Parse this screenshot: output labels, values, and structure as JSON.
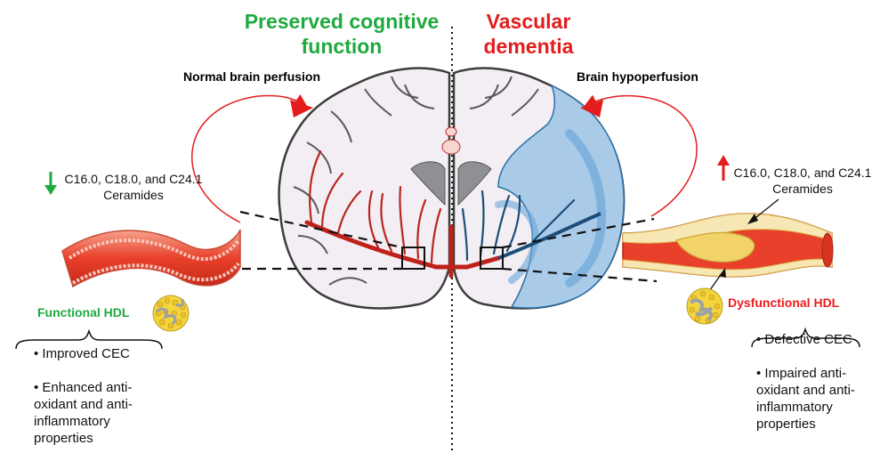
{
  "header": {
    "left_title_line1": "Preserved cognitive",
    "left_title_line2": "function",
    "right_title_line1": "Vascular",
    "right_title_line2": "dementia"
  },
  "perfusion": {
    "left": "Normal brain perfusion",
    "right": "Brain hypoperfusion"
  },
  "ceramides": {
    "left_line1": "C16.0, C18.0, and C24.1",
    "left_line2": "Ceramides",
    "right_line1": "C16.0, C18.0, and C24.1",
    "right_line2": "Ceramides",
    "left_arrow": "down-arrow",
    "right_arrow": "up-arrow"
  },
  "hdl": {
    "left_label": "Functional HDL",
    "right_label": "Dysfunctional HDL",
    "left_items": [
      "• Improved CEC",
      "• Enhanced anti-oxidant and anti-inflammatory properties"
    ],
    "right_items": [
      "• Defective CEC",
      "• Impaired anti-oxidant and anti-inflammatory properties"
    ]
  },
  "colors": {
    "green": "#1faa3f",
    "red": "#e31d1d",
    "vessel": "#e8402a",
    "plaque": "#f2d36a",
    "brain_healthy": "#f3eef3",
    "brain_hypo": "#a9cbe8"
  }
}
